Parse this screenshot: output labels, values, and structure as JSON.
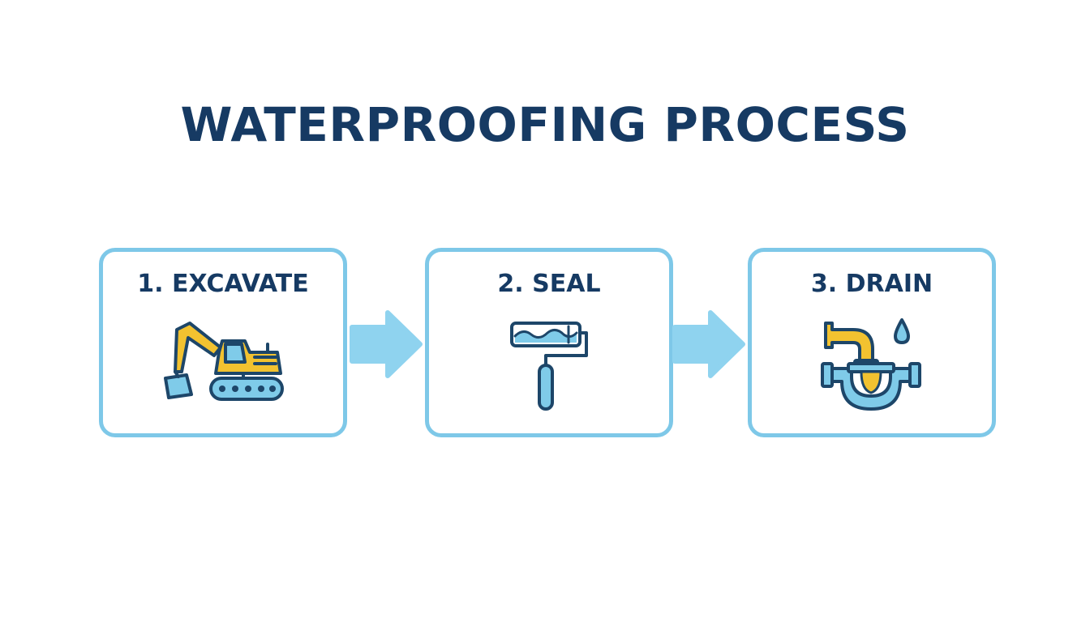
{
  "title": "WATERPROOFING PROCESS",
  "steps": [
    {
      "label": "1. EXCAVATE",
      "icon": "excavator-icon"
    },
    {
      "label": "2. SEAL",
      "icon": "paint-roller-icon"
    },
    {
      "label": "3. DRAIN",
      "icon": "drain-pipe-icon"
    }
  ],
  "colors": {
    "title": "#163a63",
    "border": "#7ec8e8",
    "arrow": "#8fd3ef",
    "icon_yellow": "#f2c230",
    "icon_blue": "#7fcbe9",
    "icon_outline": "#1d4669"
  }
}
